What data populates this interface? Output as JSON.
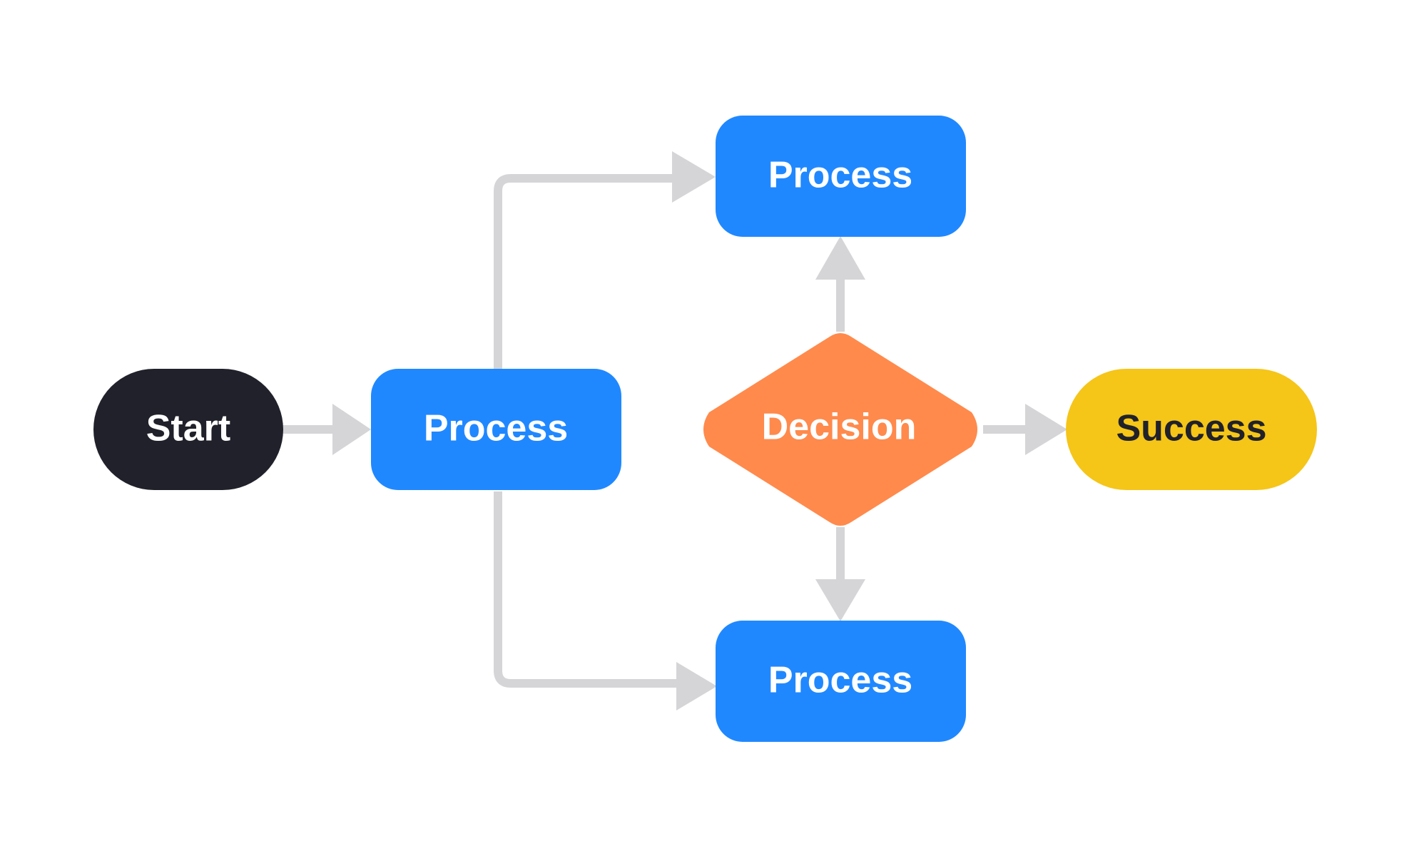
{
  "colors": {
    "background": "#ffffff",
    "connector": "#d5d5d8",
    "start_fill": "#20212a",
    "process_fill": "#2088ff",
    "decision_fill": "#ff8a4c",
    "success_fill": "#f5c518",
    "light_text": "#ffffff",
    "dark_text": "#20212a"
  },
  "nodes": {
    "start": {
      "label": "Start",
      "shape": "terminator"
    },
    "process_main": {
      "label": "Process",
      "shape": "rectangle"
    },
    "process_top": {
      "label": "Process",
      "shape": "rectangle"
    },
    "process_bottom": {
      "label": "Process",
      "shape": "rectangle"
    },
    "decision": {
      "label": "Decision",
      "shape": "diamond"
    },
    "success": {
      "label": "Success",
      "shape": "terminator"
    }
  },
  "edges": [
    {
      "from": "start",
      "to": "process_main"
    },
    {
      "from": "process_main",
      "to": "process_top"
    },
    {
      "from": "process_main",
      "to": "process_bottom"
    },
    {
      "from": "decision",
      "to": "process_top"
    },
    {
      "from": "decision",
      "to": "process_bottom"
    },
    {
      "from": "decision",
      "to": "success"
    }
  ]
}
